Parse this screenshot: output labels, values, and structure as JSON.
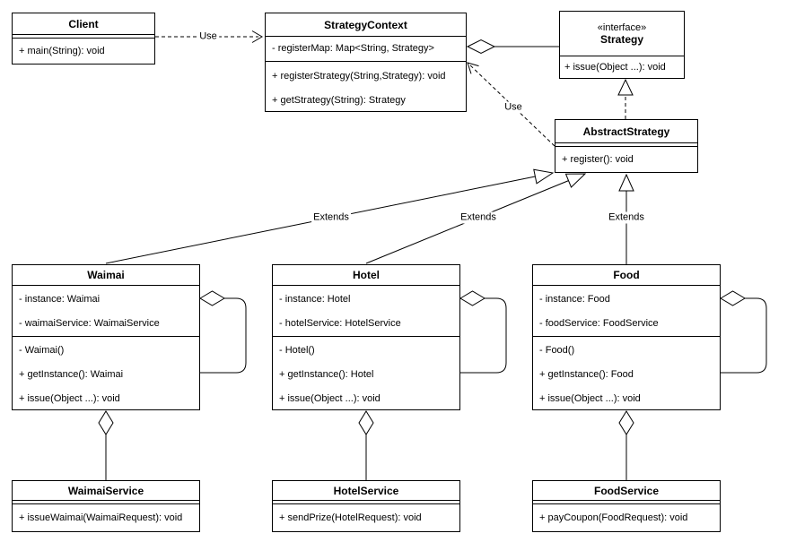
{
  "colors": {
    "stroke": "#000000",
    "background": "#ffffff"
  },
  "labels": {
    "use_client": "Use",
    "use_abstract_strategy": "Use",
    "extends_waimai": "Extends",
    "extends_hotel": "Extends",
    "extends_food": "Extends"
  },
  "classes": {
    "client": {
      "name": "Client",
      "fields": [],
      "methods": [
        "+ main(String): void"
      ]
    },
    "strategy_context": {
      "name": "StrategyContext",
      "fields": [
        "- registerMap: Map<String, Strategy>"
      ],
      "methods": [
        "+ registerStrategy(String,Strategy): void",
        "+ getStrategy(String): Strategy"
      ]
    },
    "strategy": {
      "stereotype": "«interface»",
      "name": "Strategy",
      "fields": [],
      "methods": [
        "+ issue(Object ...): void"
      ]
    },
    "abstract_strategy": {
      "name": "AbstractStrategy",
      "fields": [],
      "methods": [
        "+ register(): void"
      ]
    },
    "waimai": {
      "name": "Waimai",
      "fields": [
        "- instance: Waimai",
        "- waimaiService: WaimaiService"
      ],
      "methods": [
        "- Waimai()",
        "+ getInstance(): Waimai",
        "+ issue(Object ...): void"
      ]
    },
    "hotel": {
      "name": "Hotel",
      "fields": [
        "- instance: Hotel",
        "- hotelService: HotelService"
      ],
      "methods": [
        "- Hotel()",
        "+ getInstance(): Hotel",
        "+ issue(Object ...): void"
      ]
    },
    "food": {
      "name": "Food",
      "fields": [
        "- instance: Food",
        "- foodService: FoodService"
      ],
      "methods": [
        "- Food()",
        "+ getInstance(): Food",
        "+ issue(Object ...): void"
      ]
    },
    "waimai_service": {
      "name": "WaimaiService",
      "fields": [],
      "methods": [
        "+ issueWaimai(WaimaiRequest): void"
      ]
    },
    "hotel_service": {
      "name": "HotelService",
      "fields": [],
      "methods": [
        "+ sendPrize(HotelRequest): void"
      ]
    },
    "food_service": {
      "name": "FoodService",
      "fields": [],
      "methods": [
        "+ payCoupon(FoodRequest): void"
      ]
    }
  },
  "relationships": [
    {
      "from": "Client",
      "to": "StrategyContext",
      "type": "dependency",
      "label": "Use"
    },
    {
      "from": "StrategyContext",
      "to": "Strategy",
      "type": "aggregation",
      "label": ""
    },
    {
      "from": "AbstractStrategy",
      "to": "Strategy",
      "type": "realization",
      "label": ""
    },
    {
      "from": "AbstractStrategy",
      "to": "StrategyContext",
      "type": "dependency",
      "label": "Use"
    },
    {
      "from": "Waimai",
      "to": "AbstractStrategy",
      "type": "generalization",
      "label": "Extends"
    },
    {
      "from": "Hotel",
      "to": "AbstractStrategy",
      "type": "generalization",
      "label": "Extends"
    },
    {
      "from": "Food",
      "to": "AbstractStrategy",
      "type": "generalization",
      "label": "Extends"
    },
    {
      "from": "Waimai",
      "to": "Waimai",
      "type": "aggregation-self",
      "label": ""
    },
    {
      "from": "Hotel",
      "to": "Hotel",
      "type": "aggregation-self",
      "label": ""
    },
    {
      "from": "Food",
      "to": "Food",
      "type": "aggregation-self",
      "label": ""
    },
    {
      "from": "Waimai",
      "to": "WaimaiService",
      "type": "aggregation",
      "label": ""
    },
    {
      "from": "Hotel",
      "to": "HotelService",
      "type": "aggregation",
      "label": ""
    },
    {
      "from": "Food",
      "to": "FoodService",
      "type": "aggregation",
      "label": ""
    }
  ]
}
